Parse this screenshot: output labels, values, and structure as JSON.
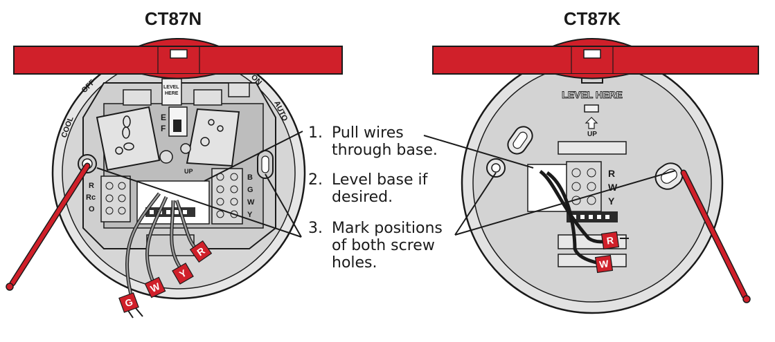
{
  "models": {
    "left": "CT87N",
    "right": "CT87K"
  },
  "steps": [
    {
      "number": "1.",
      "line1": "Pull wires",
      "line2": "through base.",
      "line3": ""
    },
    {
      "number": "2.",
      "line1": "Level base if",
      "line2": "desired.",
      "line3": ""
    },
    {
      "number": "3.",
      "line1": "Mark positions",
      "line2": "of both screw",
      "line3": "holes."
    }
  ],
  "ct87n_labels": {
    "off": "OFF",
    "cool": "COOL",
    "on": "ON",
    "auto": "AUTO",
    "level": "LEVEL",
    "here": "HERE",
    "e": "E",
    "f": "F",
    "up": "UP",
    "terminals_left": [
      "R",
      "Rc",
      "O"
    ],
    "terminals_right": [
      "B",
      "G",
      "W",
      "Y"
    ],
    "wire_tags": [
      "G",
      "W",
      "Y",
      "R"
    ]
  },
  "ct87k_labels": {
    "level_here": "LEVEL  HERE",
    "up": "UP",
    "terminals": [
      "R",
      "W",
      "Y"
    ],
    "wire_tags": [
      "R",
      "W"
    ]
  },
  "colors": {
    "level_bar": "#d0202a",
    "wire_tag": "#d0202a",
    "outline": "#1a1a1a",
    "plate_gray": "#d9d9d9",
    "plate_light": "#ececec"
  }
}
